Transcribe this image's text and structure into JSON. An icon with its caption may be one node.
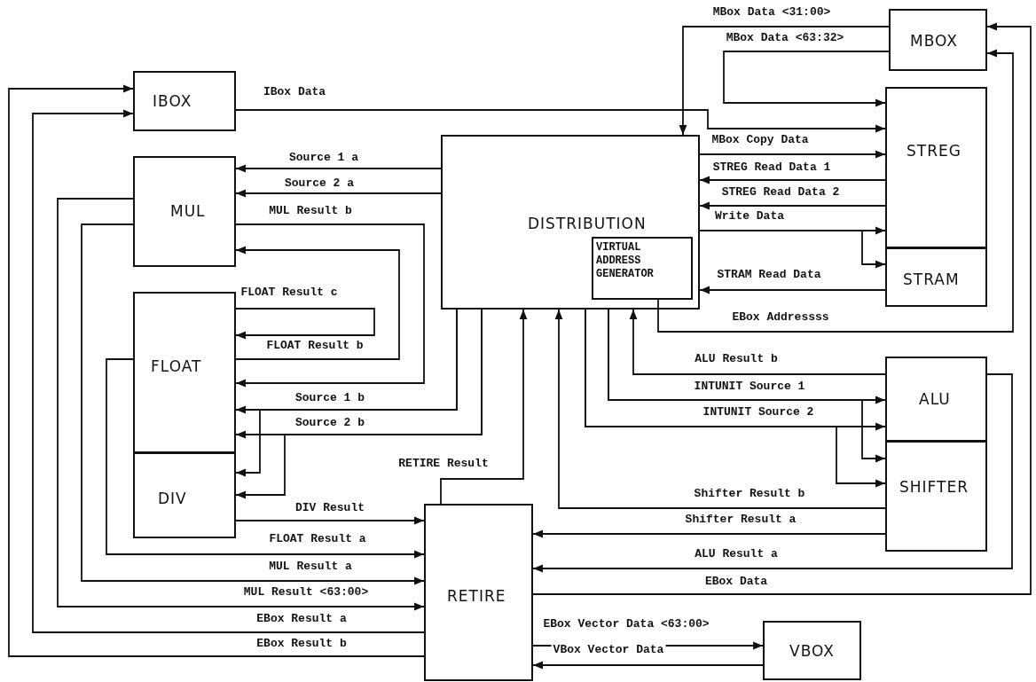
{
  "diagram": {
    "nodes": [
      {
        "text": [
          "IBOX"
        ]
      },
      {
        "text": [
          "MBOX"
        ]
      },
      {
        "text": [
          "MUL"
        ]
      },
      {
        "text": [
          "DISTRIBUTION"
        ]
      },
      {
        "text": [
          "VIRTUAL ADDRESS GENERATOR"
        ],
        "in": 3
      },
      {
        "text": [
          "STREG"
        ]
      },
      {
        "text": [
          "STRAM"
        ]
      },
      {
        "text": [
          "FLOAT"
        ]
      },
      {
        "text": [
          "DIV"
        ]
      },
      {
        "text": [
          "ALU"
        ]
      },
      {
        "text": [
          "SHIFTER"
        ]
      },
      {
        "text": [
          "RETIRE"
        ]
      },
      {
        "text": [
          "VBOX"
        ]
      }
    ],
    "edges": [
      {
        "from": 1,
        "to": 3,
        "label": "MBox Data <31:00>",
        "arrow": "to"
      },
      {
        "from": 1,
        "to": 5,
        "label": "MBox Data <63:32>",
        "arrow": "to"
      },
      {
        "from": 0,
        "to": 5,
        "label": "IBox Data",
        "arrow": "to"
      },
      {
        "from": 3,
        "to": 2,
        "label": "Source 1 a",
        "arrow": "to"
      },
      {
        "from": 3,
        "to": 2,
        "label": "Source 2 a",
        "arrow": "to"
      },
      {
        "from": 3,
        "to": 5,
        "label": "MBox Copy Data",
        "arrow": "to"
      },
      {
        "from": 5,
        "to": 3,
        "label": "STREG Read Data 1",
        "arrow": "to"
      },
      {
        "from": 5,
        "to": 3,
        "label": "STREG Read Data 2",
        "arrow": "to"
      },
      {
        "from": 2,
        "to": 7,
        "label": "MUL Result b",
        "arrow": "to"
      },
      {
        "from": 3,
        "to": 5,
        "label": "Write Data",
        "arrow": "to"
      },
      {
        "from": 3,
        "to": 6,
        "arrow": "to"
      },
      {
        "from": 6,
        "to": 3,
        "label": "STRAM Read Data",
        "arrow": "to"
      },
      {
        "from": 7,
        "to": 7,
        "label": "FLOAT Result c",
        "arrow": "to"
      },
      {
        "from": 7,
        "to": 2,
        "label": "FLOAT Result b",
        "arrow": "to"
      },
      {
        "from": 4,
        "to": 1,
        "label": "EBox Addressss",
        "arrow": "to"
      },
      {
        "from": 9,
        "to": 3,
        "label": "ALU Result b",
        "arrow": "to"
      },
      {
        "from": 3,
        "to": 9,
        "label": "INTUNIT Source 1",
        "arrow": "to"
      },
      {
        "from": 3,
        "to": 10,
        "arrow": "to"
      },
      {
        "from": 3,
        "to": 9,
        "label": "INTUNIT Source 2",
        "arrow": "to"
      },
      {
        "from": 3,
        "to": 10,
        "arrow": "to"
      },
      {
        "from": 3,
        "to": 7,
        "label": "Source 1 b",
        "arrow": "to"
      },
      {
        "from": 3,
        "to": 8,
        "arrow": "to"
      },
      {
        "from": 3,
        "to": 7,
        "label": "Source 2 b",
        "arrow": "to"
      },
      {
        "from": 3,
        "to": 8,
        "arrow": "to"
      },
      {
        "from": 11,
        "to": 3,
        "label": "RETIRE Result",
        "arrow": "to"
      },
      {
        "from": 10,
        "to": 3,
        "label": "Shifter Result b",
        "arrow": "to"
      },
      {
        "from": 8,
        "to": 11,
        "label": "DIV Result",
        "arrow": "to"
      },
      {
        "from": 10,
        "to": 11,
        "label": "Shifter Result a",
        "arrow": "to"
      },
      {
        "from": 7,
        "to": 11,
        "label": "FLOAT Result a",
        "arrow": "to"
      },
      {
        "from": 9,
        "to": 11,
        "label": "ALU Result a",
        "arrow": "to"
      },
      {
        "from": 2,
        "to": 11,
        "label": "MUL Result a",
        "arrow": "to"
      },
      {
        "from": 2,
        "to": 11,
        "label": "MUL Result <63:00>",
        "arrow": "to"
      },
      {
        "from": 11,
        "to": 1,
        "label": "EBox Data",
        "arrow": "to"
      },
      {
        "from": 11,
        "to": 0,
        "label": "EBox Result a",
        "arrow": "to"
      },
      {
        "from": 11,
        "to": 12,
        "label": "EBox Vector Data <63:00>",
        "arrow": "to"
      },
      {
        "from": 11,
        "to": 0,
        "label": "EBox Result b",
        "arrow": "to"
      },
      {
        "from": 12,
        "to": 11,
        "label": "VBox Vector Data",
        "arrow": "to"
      }
    ]
  }
}
